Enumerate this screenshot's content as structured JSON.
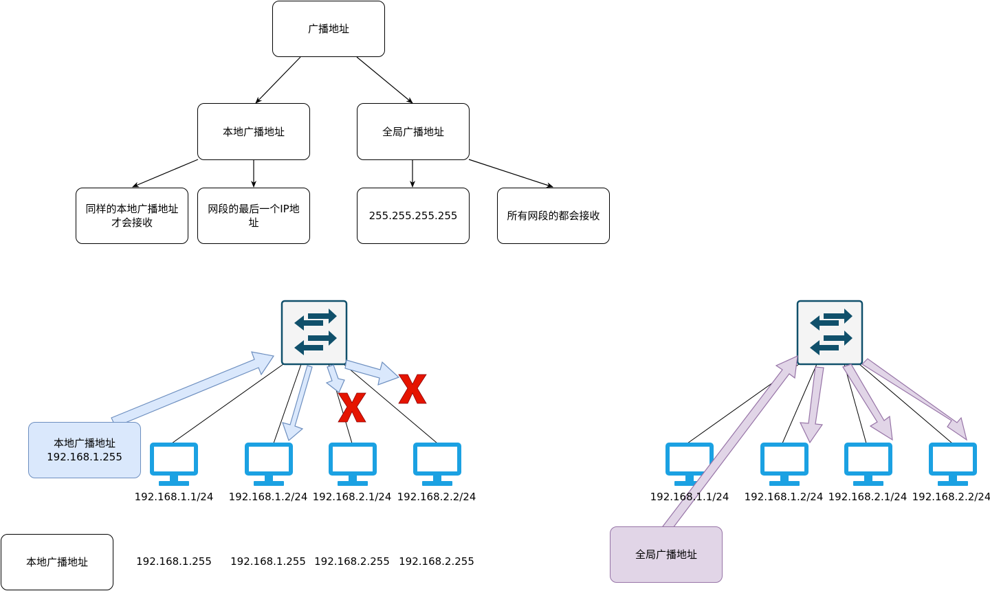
{
  "tree": {
    "root": "广播地址",
    "local": "本地广播地址",
    "global": "全局广播地址",
    "local_same": "同样的本地广播地址\n才会接收",
    "local_last_ip": "网段的最后一个IP地\n址",
    "global_addr": "255.255.255.255",
    "global_all": "所有网段的都会接收"
  },
  "left_scene": {
    "callout": "本地广播地址\n192.168.1.255",
    "hosts": [
      "192.168.1.1/24",
      "192.168.1.2/24",
      "192.168.2.1/24",
      "192.168.2.2/24"
    ],
    "row_label": "本地广播地址",
    "broadcast_addrs": [
      "192.168.1.255",
      "192.168.1.255",
      "192.168.2.255",
      "192.168.2.255"
    ]
  },
  "right_scene": {
    "callout": "全局广播地址",
    "hosts": [
      "192.168.1.1/24",
      "192.168.1.2/24",
      "192.168.2.1/24",
      "192.168.2.2/24"
    ]
  },
  "icons": [
    "switch-icon",
    "monitor-icon",
    "blocked-x-icon"
  ],
  "colors": {
    "monitor": "#1ba1e2",
    "switch_arrows": "#10506b",
    "blue_arrow_fill": "#dae8fc",
    "blue_arrow_stroke": "#6c8ebf",
    "purple_arrow_fill": "#e1d5e7",
    "purple_arrow_stroke": "#9673a6",
    "blocked": "#e51400"
  }
}
